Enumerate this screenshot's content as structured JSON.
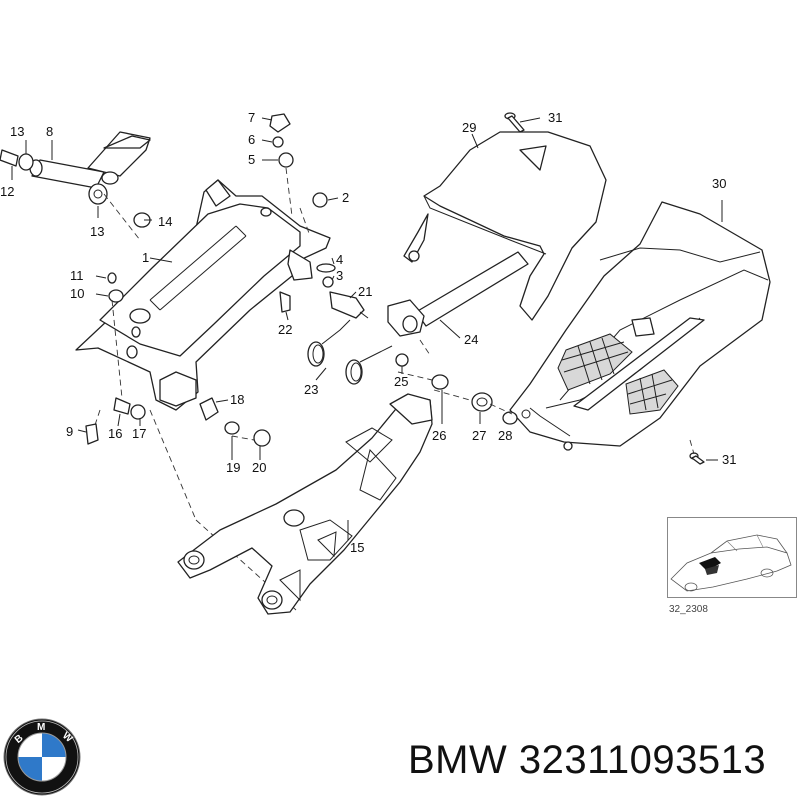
{
  "diagram": {
    "callouts": [
      "1",
      "2",
      "3",
      "4",
      "5",
      "6",
      "7",
      "8",
      "9",
      "10",
      "11",
      "12",
      "13",
      "13",
      "14",
      "15",
      "16",
      "17",
      "18",
      "19",
      "20",
      "21",
      "22",
      "23",
      "24",
      "25",
      "26",
      "27",
      "28",
      "29",
      "30",
      "31",
      "31"
    ],
    "inset_code": "32_2308"
  },
  "brand": {
    "name": "BMW",
    "part_number": "32311093513",
    "logo_letters": "BMW",
    "logo_colors": {
      "ring": "#111111",
      "blue": "#2f79c9",
      "white": "#ffffff"
    }
  }
}
